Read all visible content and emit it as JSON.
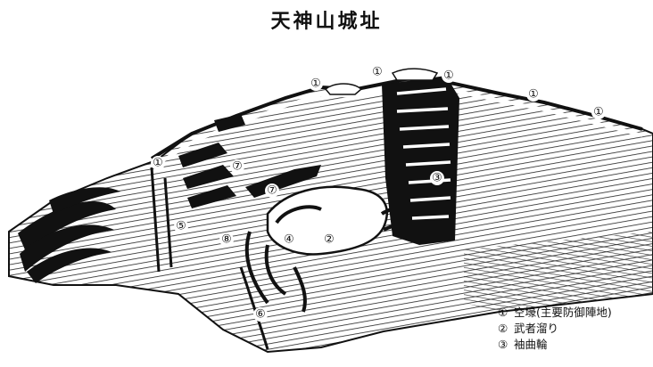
{
  "title": "天神山城址",
  "markers": {
    "m1a": "①",
    "m1b": "①",
    "m1c": "①",
    "m1d": "①",
    "m1e": "①",
    "m1f": "①",
    "m2": "②",
    "m3": "③",
    "m4": "④",
    "m5": "⑤",
    "m6": "⑥",
    "m7a": "⑦",
    "m7b": "⑦",
    "m8": "⑧"
  },
  "legend": [
    {
      "num": "①",
      "text": "空壕(主要防御陣地)"
    },
    {
      "num": "②",
      "text": "武者溜り"
    },
    {
      "num": "③",
      "text": "袖曲輪"
    }
  ]
}
